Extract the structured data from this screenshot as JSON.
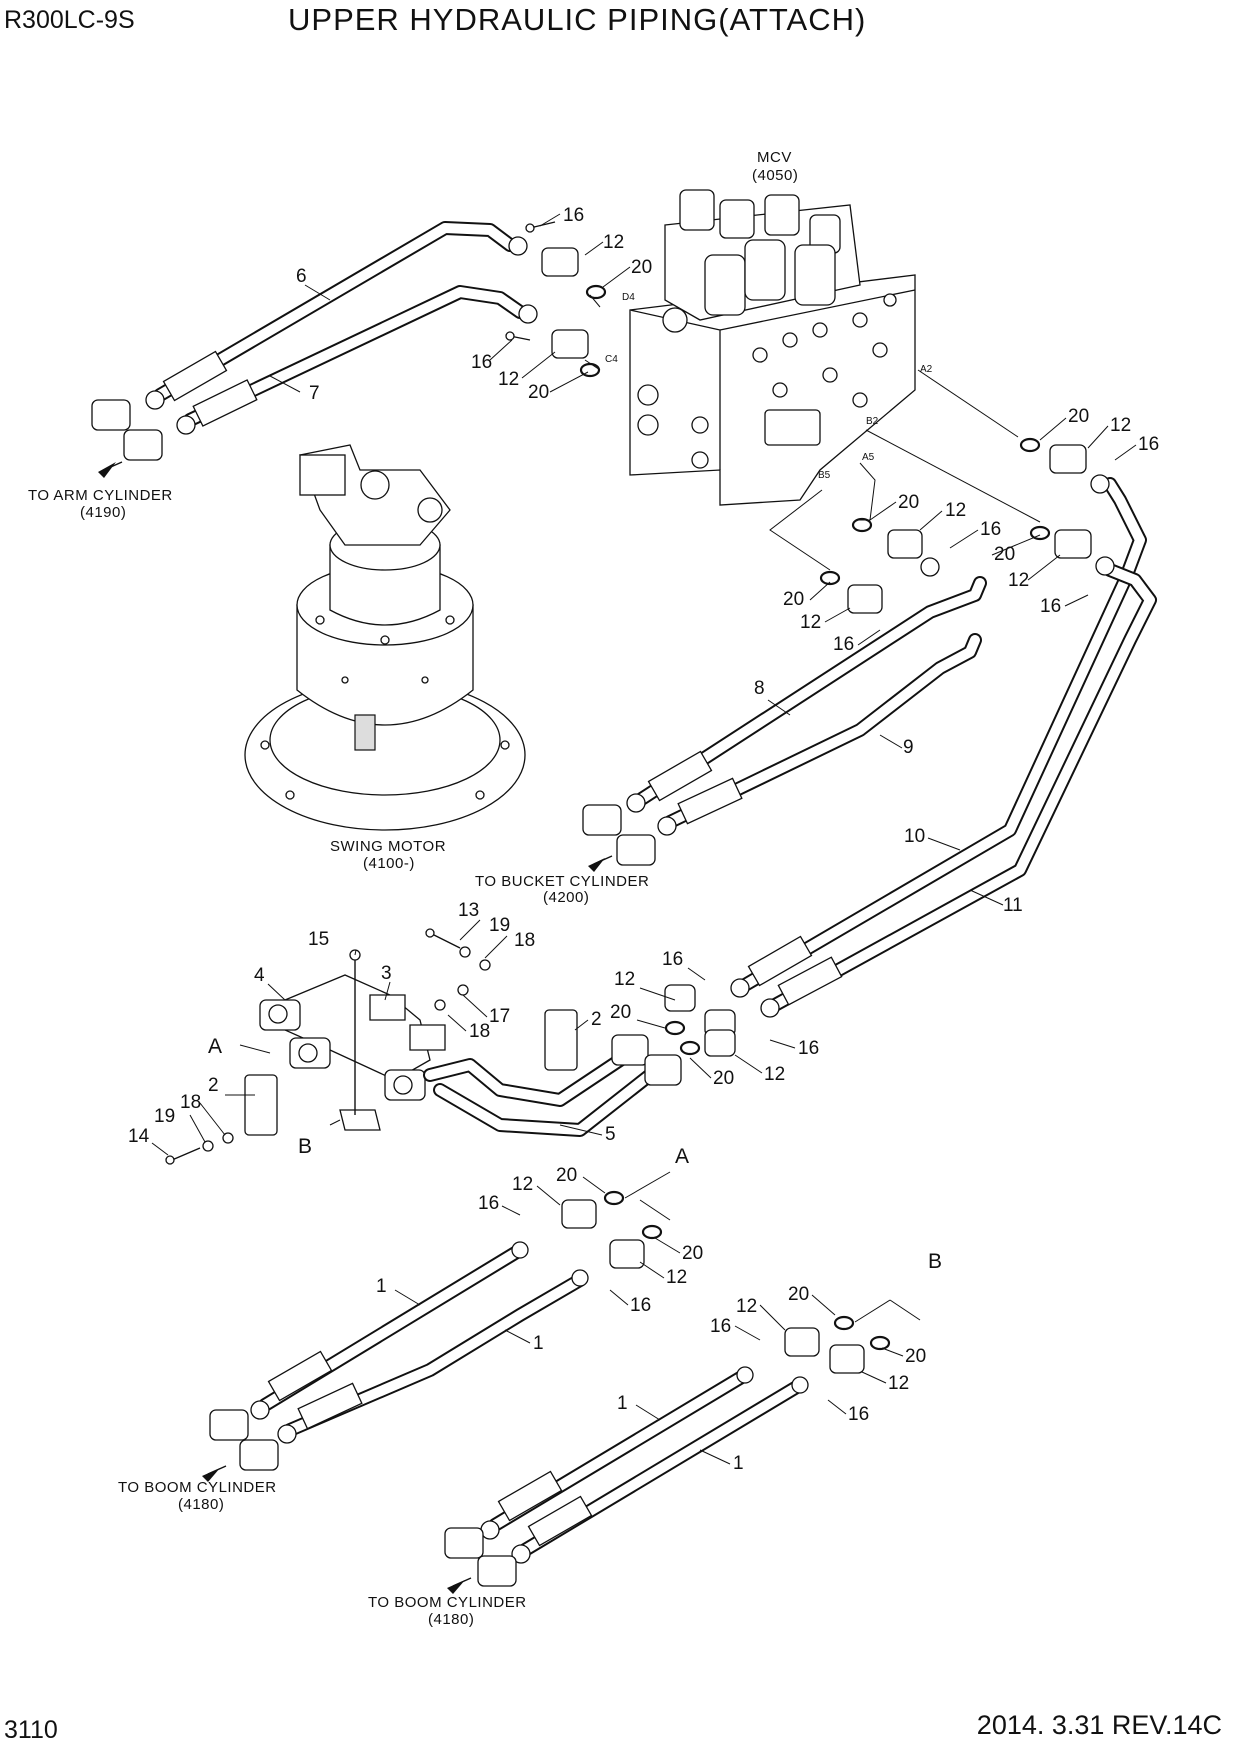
{
  "header": {
    "model": "R300LC-9S",
    "title": "UPPER HYDRAULIC PIPING(ATTACH)"
  },
  "footer": {
    "page": "3110",
    "date_rev": "2014. 3.31  REV.14C"
  },
  "components": {
    "mcv": {
      "name": "MCV",
      "code": "(4050)"
    },
    "swing_motor": {
      "name": "SWING MOTOR",
      "code": "(4100-)"
    }
  },
  "destinations": {
    "arm": {
      "name": "TO ARM CYLINDER",
      "code": "(4190)"
    },
    "bucket": {
      "name": "TO BUCKET CYLINDER",
      "code": "(4200)"
    },
    "boom_1": {
      "name": "TO BOOM CYLINDER",
      "code": "(4180)"
    },
    "boom_2": {
      "name": "TO BOOM CYLINDER",
      "code": "(4180)"
    }
  },
  "ports": {
    "d4": "D4",
    "c4": "C4",
    "a2": "A2",
    "b2": "B2",
    "a5": "A5",
    "b5": "B5"
  },
  "refs": {
    "a": "A",
    "b": "B"
  },
  "callouts": {
    "c1": "16",
    "c2": "12",
    "c3": "20",
    "c4": "6",
    "c5": "16",
    "c6": "12",
    "c7": "20",
    "c8": "7",
    "c9": "20",
    "c10": "12",
    "c11": "16",
    "c12": "20",
    "c13": "12",
    "c14": "16",
    "c15": "20",
    "c16": "12",
    "c17": "16",
    "c18": "20",
    "c19": "12",
    "c20": "16",
    "c21": "8",
    "c22": "9",
    "c23": "10",
    "c24": "11",
    "c25": "13",
    "c26": "19",
    "c27": "18",
    "c28": "15",
    "c29": "3",
    "c30": "4",
    "c31": "16",
    "c32": "12",
    "c33": "20",
    "c34": "2",
    "c35": "18",
    "c36": "17",
    "c37": "20",
    "c38": "12",
    "c39": "16",
    "c40": "2",
    "c41": "5",
    "c42": "19",
    "c43": "18",
    "c44": "14",
    "c45": "12",
    "c46": "20",
    "c47": "16",
    "c48": "20",
    "c49": "12",
    "c50": "16",
    "c51": "1",
    "c52": "1",
    "c53": "12",
    "c54": "20",
    "c55": "16",
    "c56": "20",
    "c57": "12",
    "c58": "16",
    "c59": "1",
    "c60": "1"
  }
}
